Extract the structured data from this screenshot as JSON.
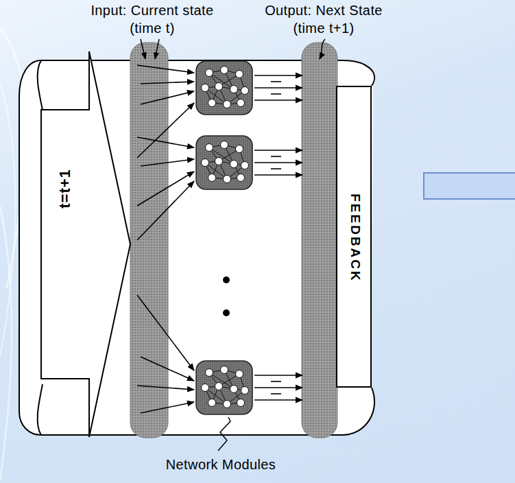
{
  "diagram": {
    "nodes": [
      {
        "text": [
          "t=t+1"
        ]
      },
      {
        "text": [
          "FEEDBACK"
        ]
      }
    ],
    "labels": [
      "Input: Current state (time t)",
      "Output: Next State (time t+1)",
      "Network Modules"
    ]
  }
}
